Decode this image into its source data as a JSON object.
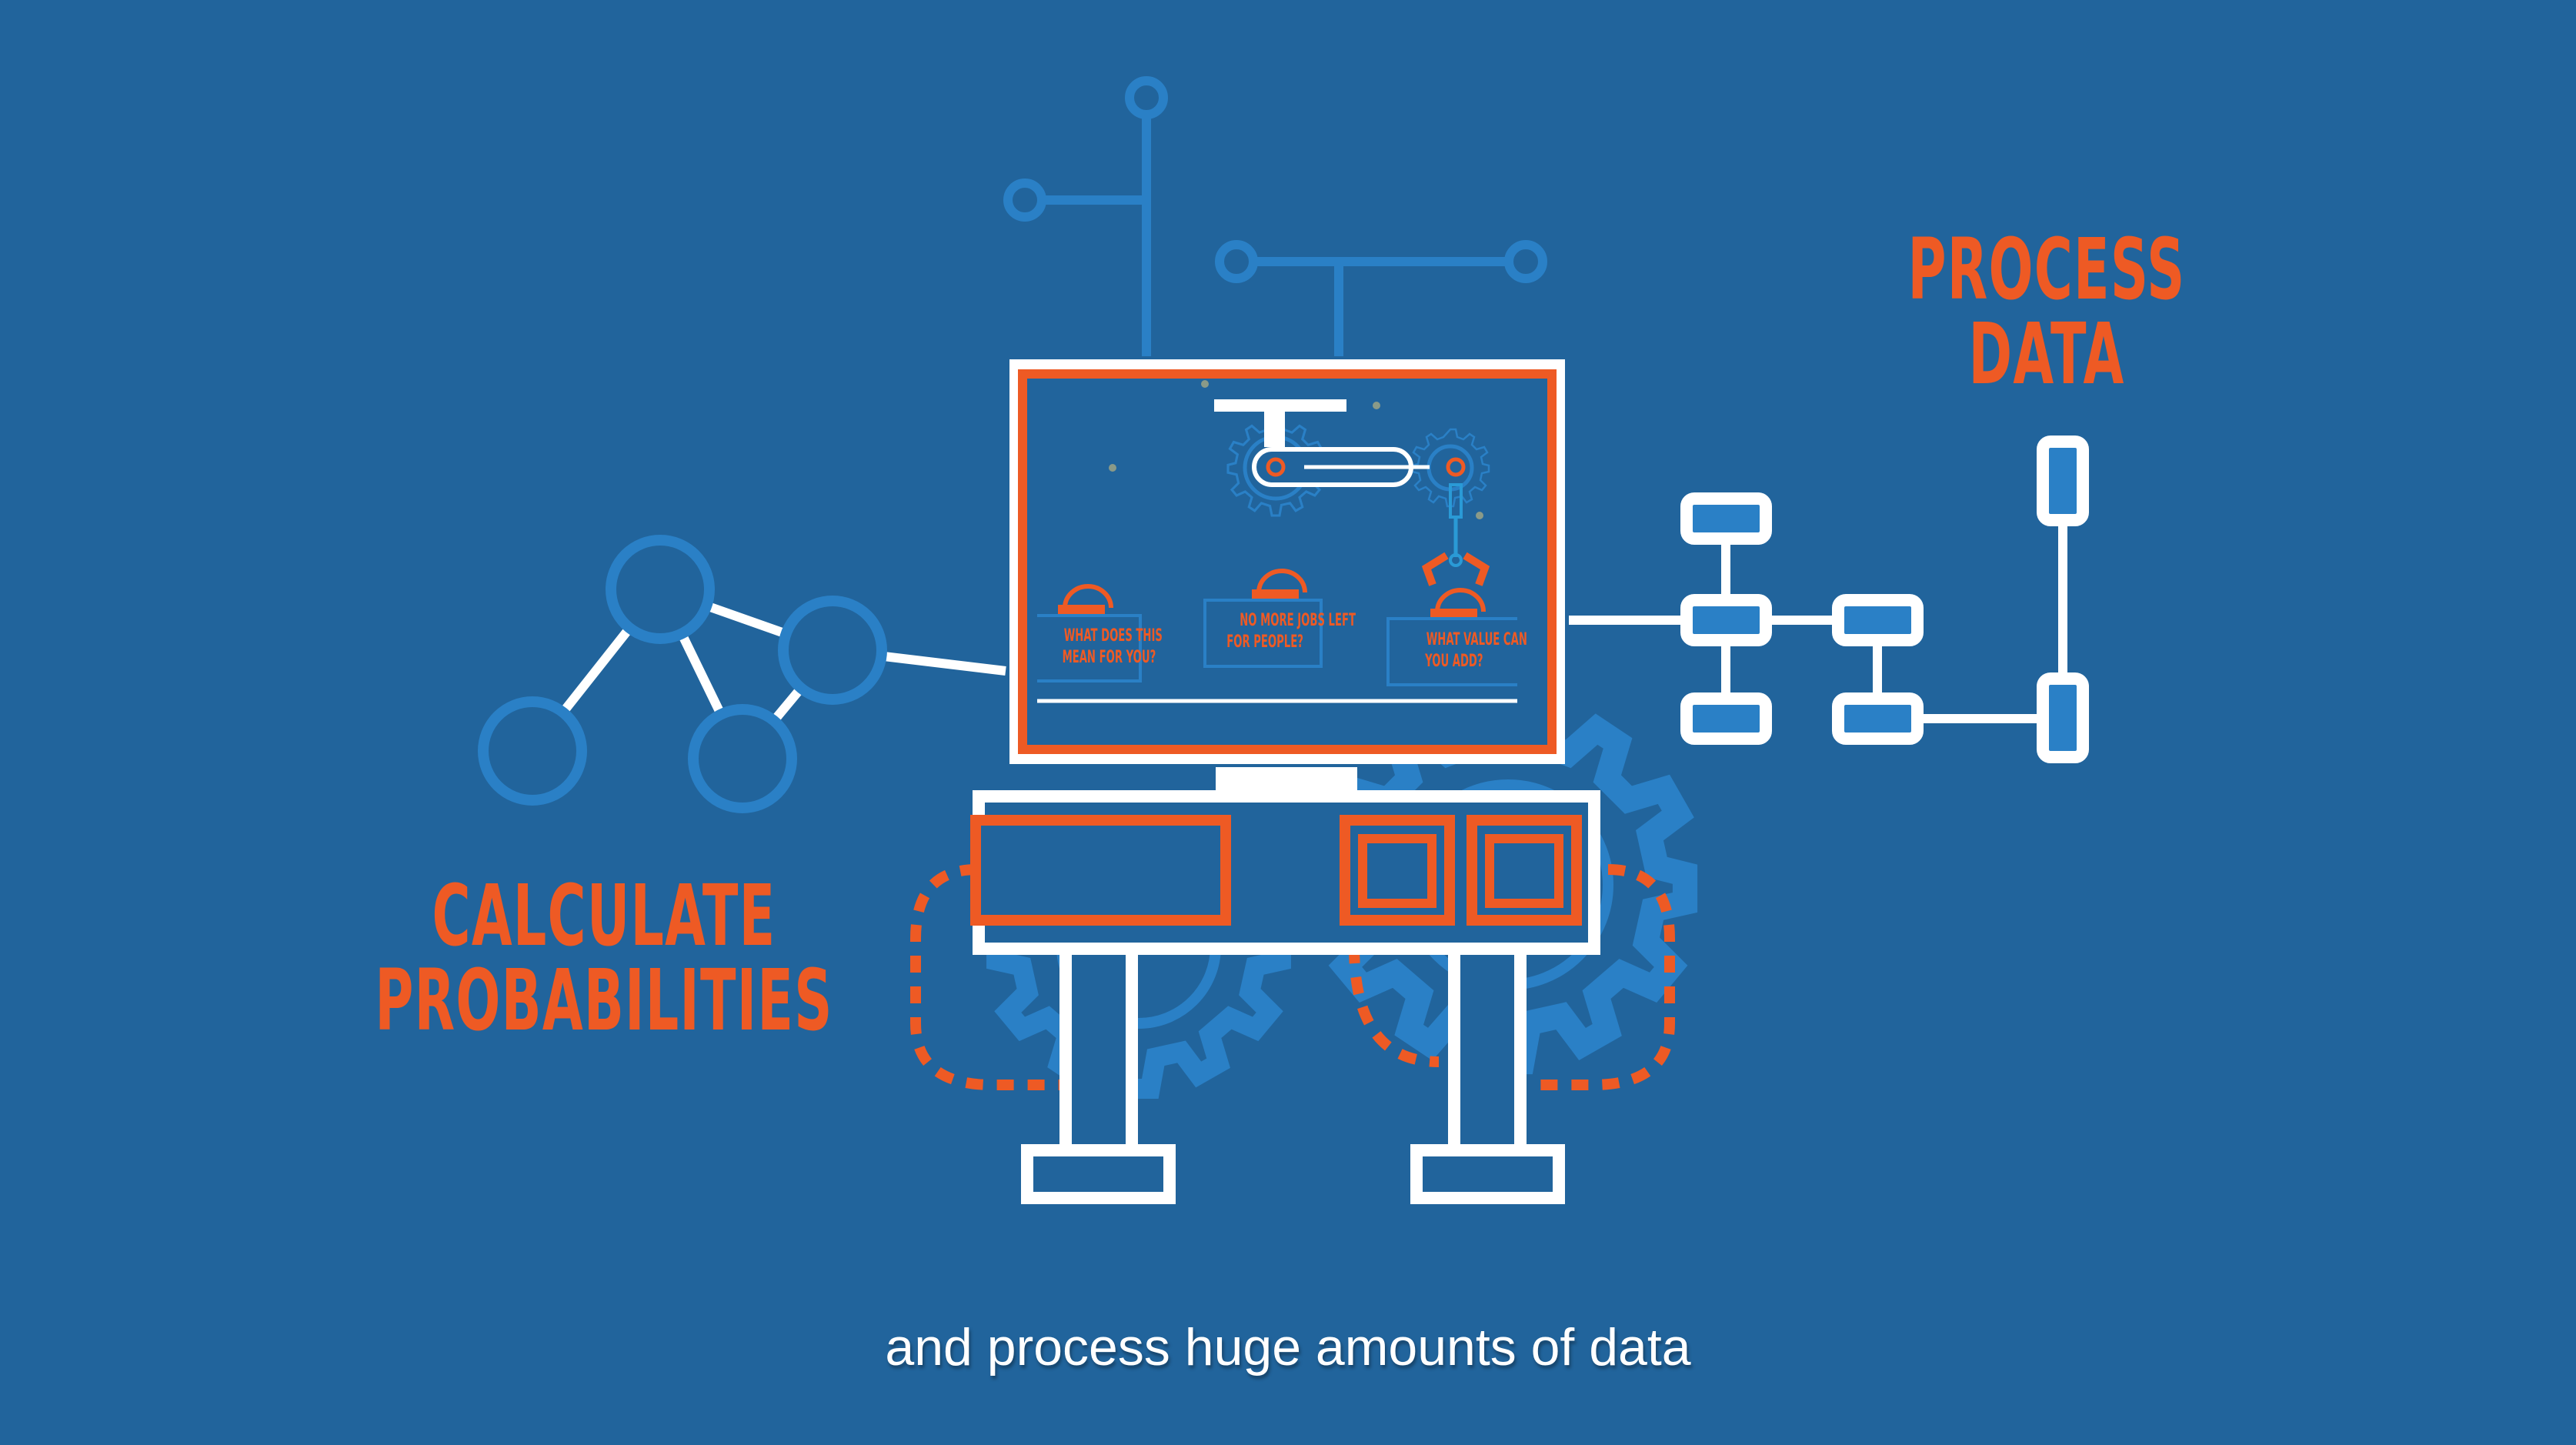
{
  "colors": {
    "background": "#21649c",
    "accent_orange": "#ee5a24",
    "line_blue": "#2a80c6",
    "white": "#ffffff"
  },
  "labels": {
    "process_data": [
      "PROCESS",
      "DATA"
    ],
    "calculate_probabilities": [
      "CALCULATE",
      "PROBABILITIES"
    ]
  },
  "screen": {
    "cards": [
      {
        "lines": [
          "WHAT DOES THIS",
          "MEAN FOR YOU?"
        ]
      },
      {
        "lines": [
          "NO MORE JOBS LEFT",
          "FOR PEOPLE?"
        ]
      },
      {
        "lines": [
          "WHAT VALUE CAN",
          "YOU ADD?"
        ]
      }
    ]
  },
  "subtitle": "and process huge amounts of data",
  "icons": {
    "network": "network-graph-icon",
    "flowchart": "flowchart-icon",
    "circuit": "circuit-antenna-icon",
    "gear": "gear-icon",
    "conveyor": "conveyor-belt-icon",
    "claw": "robot-claw-icon",
    "hard_hat": "hard-hat-icon"
  }
}
